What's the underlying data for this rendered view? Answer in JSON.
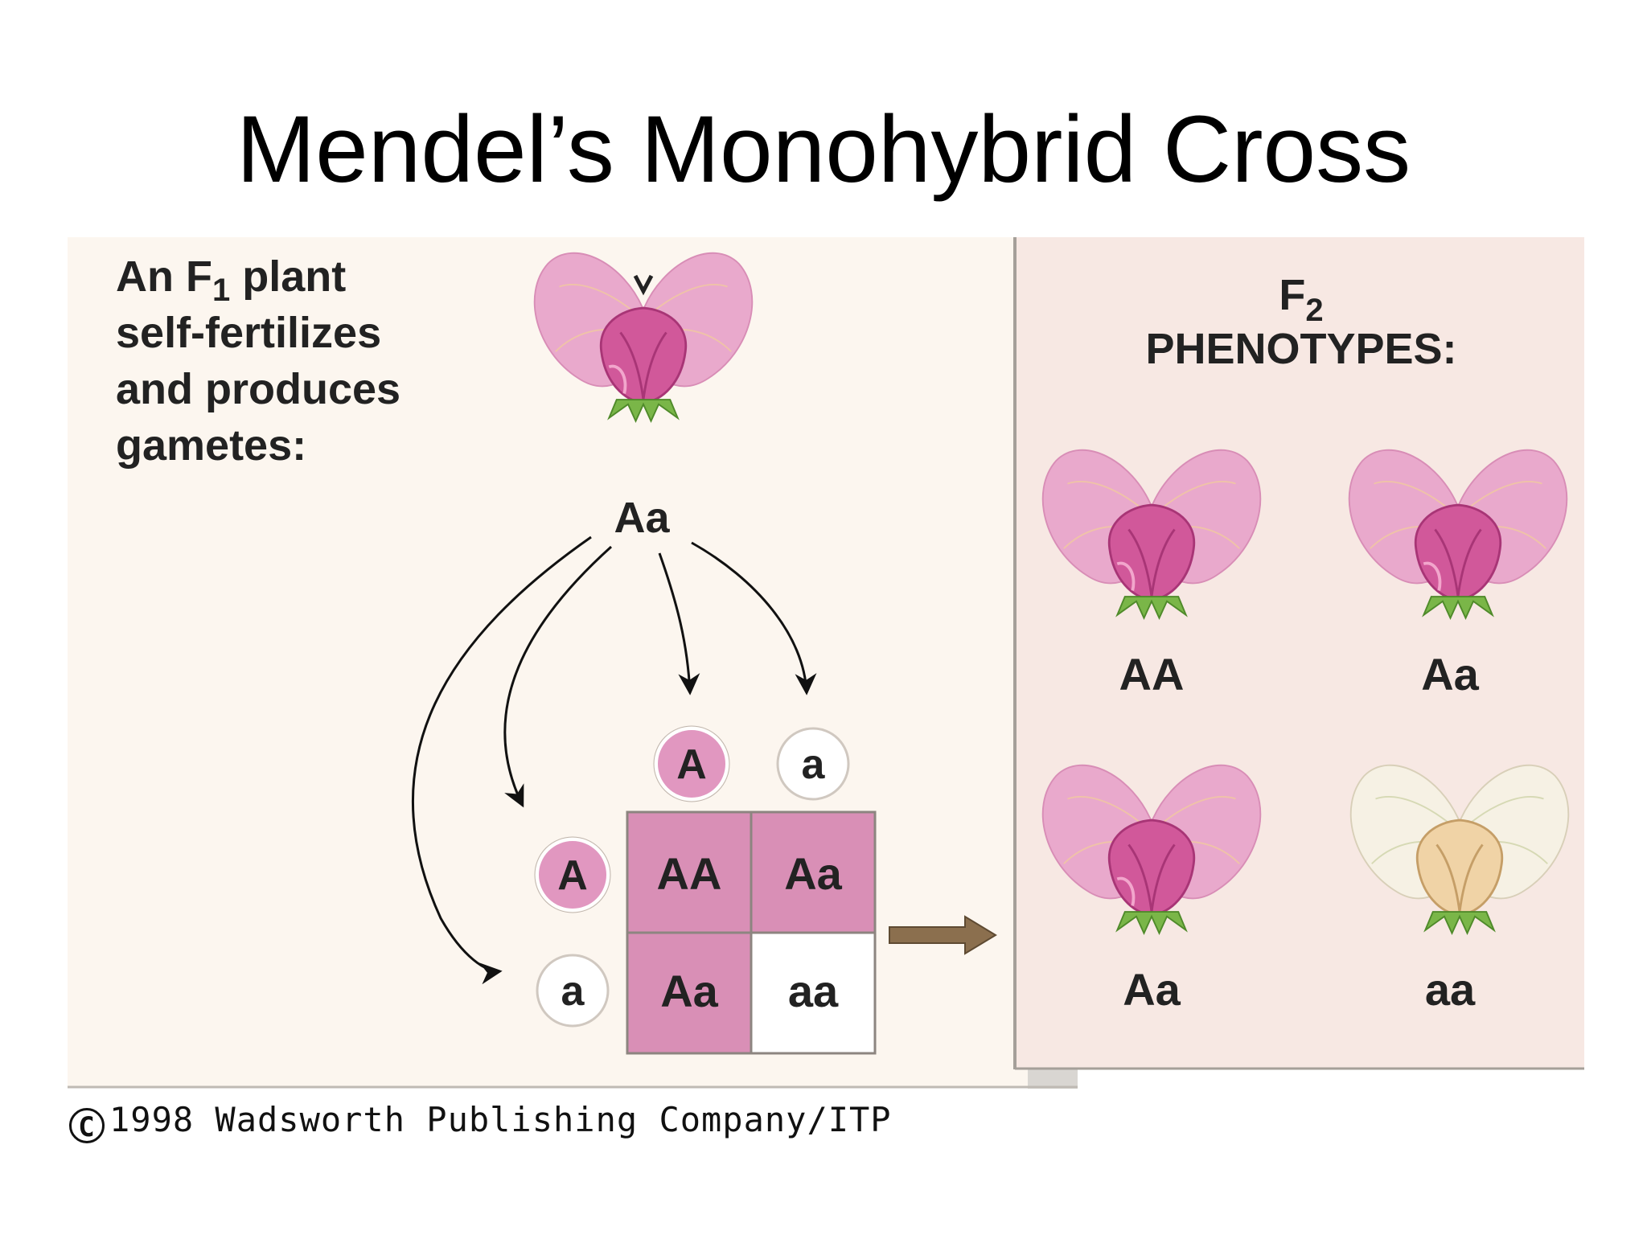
{
  "title": "Mendel’s Monohybrid Cross",
  "left_caption": {
    "line1_prefix": "An F",
    "line1_sub": "1",
    "line1_suffix": " plant",
    "line2": "self-fertilizes",
    "line3": "and produces",
    "line4": "gametes:"
  },
  "parent_genotype": "Aa",
  "gametes": {
    "top": [
      "A",
      "a"
    ],
    "side": [
      "A",
      "a"
    ]
  },
  "punnett": {
    "cells": [
      [
        "AA",
        "Aa"
      ],
      [
        "Aa",
        "aa"
      ]
    ]
  },
  "right_caption": {
    "line1_prefix": "F",
    "line1_sub": "2",
    "line2": "PHENOTYPES:"
  },
  "offspring": [
    "AA",
    "Aa",
    "Aa",
    "aa"
  ],
  "copyright": {
    "symbol": "C",
    "text": "1998 Wadsworth Publishing Company/ITP"
  },
  "colors": {
    "pink_cell": "#d98fb6",
    "gamete_pink": "#e197c0",
    "panel_left": "#fcf6ef",
    "panel_right": "#f7e8e3",
    "petal_pink": "#e9a9cc",
    "keel_pink": "#d1589a",
    "petal_white": "#f6f1e4",
    "keel_white": "#f0d3a6",
    "sepal_green": "#7ab648",
    "brown_arrow": "#8b6f4e"
  }
}
